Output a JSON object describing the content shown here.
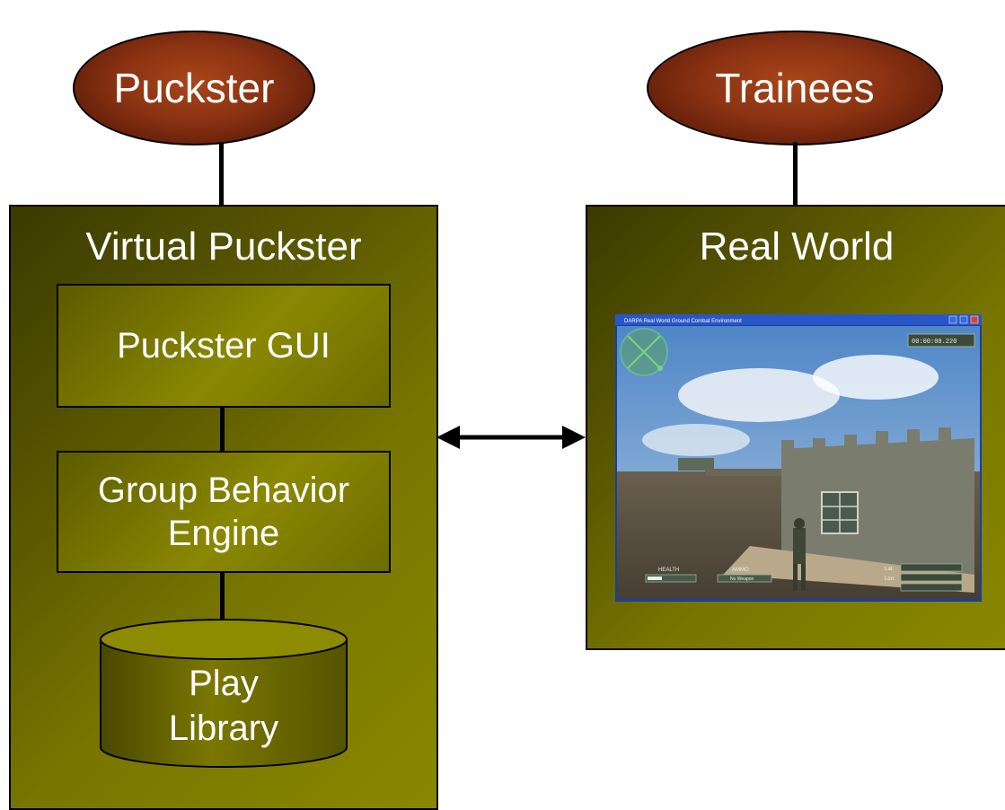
{
  "actors": {
    "left": "Puckster",
    "right": "Trainees"
  },
  "left_panel": {
    "title": "Virtual Puckster",
    "gui": "Puckster GUI",
    "engine_line1": "Group Behavior",
    "engine_line2": "Engine",
    "library_line1": "Play",
    "library_line2": "Library"
  },
  "right_panel": {
    "title": "Real World",
    "screenshot": {
      "window_title": "DARPA Real World Ground Combat Environment",
      "timer": "00:00:00.220",
      "health_label": "HEALTH",
      "ammo_label": "AMMO",
      "ammo_value": "No Weapon",
      "lat_label": "Lat:",
      "lon_label": "Lon:"
    }
  },
  "colors": {
    "ellipse": "#8a3212",
    "panel": "#787600",
    "box": "#8a8800"
  }
}
